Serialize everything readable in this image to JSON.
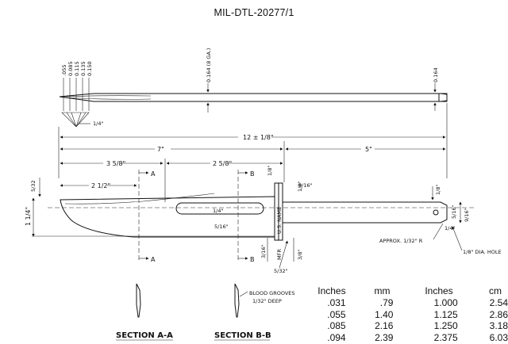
{
  "document": {
    "title": "MIL-DTL-20277/1"
  },
  "drawing": {
    "thickness_callouts": [
      ".055",
      "0.085",
      "0.115",
      "0.135",
      "0.150"
    ],
    "tang_thickness": "0.164 (8 GA.)",
    "tip_thickness": "0.164",
    "edge_bevel_angle": "1/4\"",
    "overall_length": "12 ± 1/8\"",
    "blade_length": "7\"",
    "handle_length": "5\"",
    "sec_a_distance": "3 5/8\"",
    "sec_b_distance": "2 5/8\"",
    "fuller_from_tip": "2 1/2\"",
    "fuller_width": "5/16\"",
    "fuller_height": "1/4\"",
    "blade_width": "1 1/4\"",
    "tip_drop": "5/32\"",
    "guard_dims": [
      "1/8\"",
      "1/8\"",
      "5/16\"",
      "3/16\"",
      "3/8\""
    ],
    "tang_dims": [
      "1/8\"",
      "5/16\"",
      "9/16\"",
      "1/4\""
    ],
    "marking": [
      "U.S. NAME",
      "MFR"
    ],
    "hole_radius_note": "APPROX. 1/32\" R",
    "hole_note": "1/8\" DIA. HOLE",
    "blood_grooves_note": [
      "BLOOD GROOVES",
      "1/32\" DEEP"
    ],
    "section_marks": {
      "a": "A",
      "b": "B"
    },
    "section_a_label": "SECTION A-A",
    "section_b_label": "SECTION B-B"
  },
  "conversion_table": {
    "headers": [
      "Inches",
      "mm",
      "Inches",
      "cm"
    ],
    "rows": [
      [
        ".031",
        ".79",
        "1.000",
        "2.54"
      ],
      [
        ".055",
        "1.40",
        "1.125",
        "2.86"
      ],
      [
        ".085",
        "2.16",
        "1.250",
        "3.18"
      ],
      [
        ".094",
        "2.39",
        "2.375",
        "6.03"
      ]
    ]
  }
}
